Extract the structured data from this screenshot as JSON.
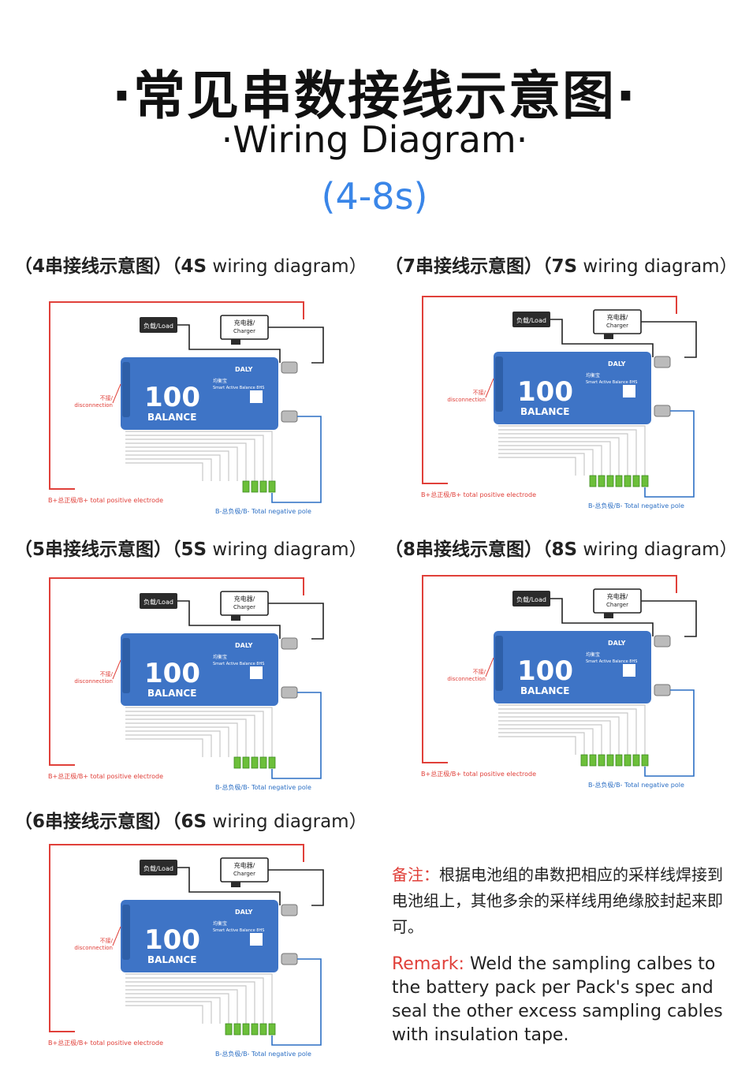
{
  "title_cn": "·常见串数接线示意图·",
  "title_en": "·Wiring Diagram·",
  "title_range": "(4-8s)",
  "diagrams": [
    {
      "cn": "（4串接线示意图）",
      "en_bold": "（4S",
      "en": " wiring diagram）",
      "cells": 4
    },
    {
      "cn": "（7串接线示意图）",
      "en_bold": "（7S",
      "en": " wiring diagram）",
      "cells": 7
    },
    {
      "cn": "（5串接线示意图）",
      "en_bold": "（5S",
      "en": " wiring diagram）",
      "cells": 5
    },
    {
      "cn": "（8串接线示意图）",
      "en_bold": "（8S",
      "en": " wiring diagram）",
      "cells": 8
    },
    {
      "cn": "（6串接线示意图）",
      "en_bold": "（6S",
      "en": " wiring diagram）",
      "cells": 6
    }
  ],
  "labels": {
    "load": "负载/Load",
    "charger_cn": "充电器/",
    "charger_en": "Charger",
    "disc_cn": "不接/",
    "disc_en": "disconnection",
    "bplus": "B+总正极/B+ total positive electrode",
    "bminus": "B-总负极/B- Total negative pole",
    "brand": "DALY",
    "logo_num": "100",
    "logo_word": "BALANCE",
    "prod_cn": "均衡宝",
    "prod_en": "Smart Active Balance 8HS"
  },
  "note": {
    "label": "备注：",
    "text": "根据电池组的串数把相应的采样线焊接到电池组上，其他多余的采样线用绝缘胶封起来即可。"
  },
  "remark": {
    "label": "Remark:",
    "text": " Weld the sampling calbes to the battery pack per Pack's spec and seal the other excess sampling cables with insulation tape."
  },
  "colors": {
    "red": "#e0403a",
    "blue": "#2c6fc4",
    "device": "#3e74c6",
    "accent": "#3a86e8"
  }
}
